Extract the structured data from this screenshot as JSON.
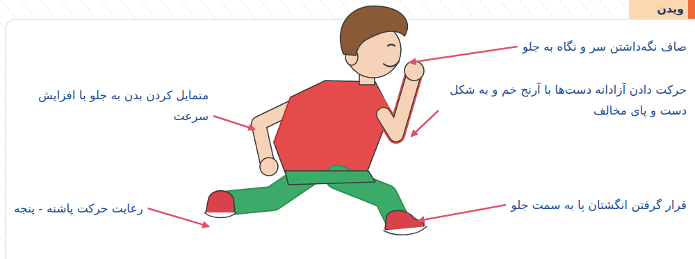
{
  "diagram": {
    "title": "ویدن",
    "labels": [
      "صاف نگه‌داشتن سر و نگاه به جلو",
      "حرکت دادن آزادانه دست‌ها با آرنج خم و به شکل دست و پای مخالف",
      "قرار گرفتن انگشتان پا به سمت جلو",
      "متمایل کردن بدن به جلو با افزایش سرعت",
      "رعایت حرکت پاشنه - پنجه"
    ]
  }
}
